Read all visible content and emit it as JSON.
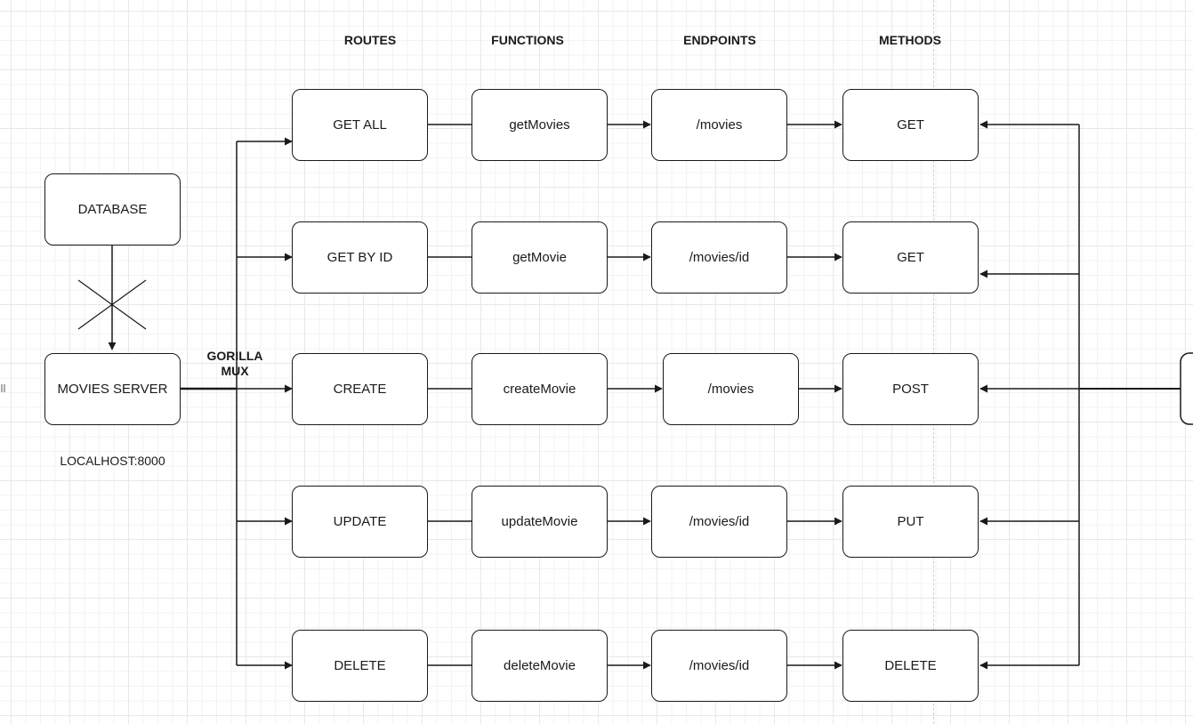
{
  "headers": {
    "routes": "ROUTES",
    "functions": "FUNCTIONS",
    "endpoints": "ENDPOINTS",
    "methods": "METHODS"
  },
  "database": {
    "label": "DATABASE"
  },
  "server": {
    "label": "MOVIES SERVER",
    "address": "LOCALHOST:8000"
  },
  "router": {
    "label_line1": "GORILLA",
    "label_line2": "MUX"
  },
  "rows": [
    {
      "route": "GET ALL",
      "function": "getMovies",
      "endpoint": "/movies",
      "method": "GET"
    },
    {
      "route": "GET BY ID",
      "function": "getMovie",
      "endpoint": "/movies/id",
      "method": "GET"
    },
    {
      "route": "CREATE",
      "function": "createMovie",
      "endpoint": "/movies",
      "method": "POST"
    },
    {
      "route": "UPDATE",
      "function": "updateMovie",
      "endpoint": "/movies/id",
      "method": "PUT"
    },
    {
      "route": "DELETE",
      "function": "deleteMovie",
      "endpoint": "/movies/id",
      "method": "DELETE"
    }
  ],
  "colors": {
    "stroke": "#1a1a1a",
    "grid": "#e8e8e8",
    "background": "#ffffff"
  }
}
